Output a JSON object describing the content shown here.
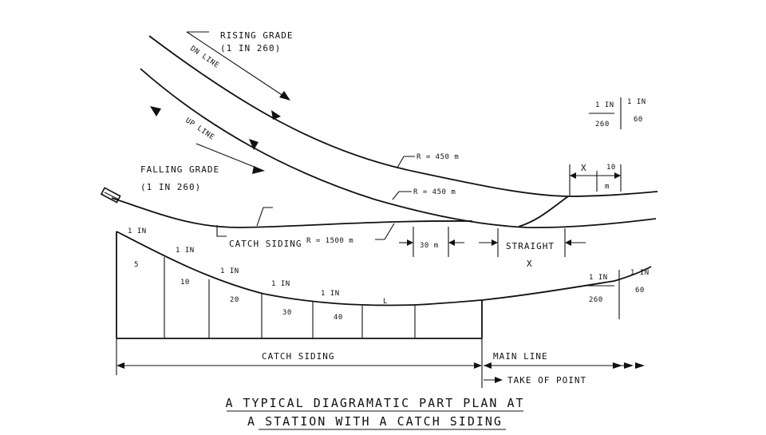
{
  "labels": {
    "rising_grade": "RISING GRADE",
    "rising_grade_ratio": "(1 IN 260)",
    "dn_line": "DN LINE",
    "up_line": "UP LINE",
    "falling_grade": "FALLING GRADE",
    "falling_grade_ratio": "(1 IN 260)",
    "radius_dn": "R = 450 m",
    "radius_up": "R = 450 m",
    "catch_siding": "CATCH SIDING",
    "radius_siding": "R = 1500 m",
    "dim_30m": "30 m",
    "straight": "STRAIGHT",
    "x_mark": "X",
    "x_dim": "X",
    "ten": "10",
    "m": "m",
    "grade_top_1in_a": "1 IN",
    "grade_top_260": "260",
    "grade_top_1in_b": "1 IN",
    "grade_top_60": "60",
    "grade_bot_1in_a": "1 IN",
    "grade_bot_260": "260",
    "grade_bot_1in_b": "1 IN",
    "grade_bot_60": "60"
  },
  "profile": {
    "segments": [
      {
        "top": "1 IN",
        "bottom": "5"
      },
      {
        "top": "1 IN",
        "bottom": "10"
      },
      {
        "top": "1 IN",
        "bottom": "20"
      },
      {
        "top": "1 IN",
        "bottom": "30"
      },
      {
        "top": "1 IN",
        "bottom": "40"
      },
      {
        "top": "",
        "bottom": "L"
      }
    ],
    "catch_siding_label": "CATCH SIDING",
    "main_line_label": "MAIN LINE",
    "take_off_label": "TAKE OF POINT"
  },
  "title": {
    "line1": "A TYPICAL DIAGRAMATIC PART PLAN AT",
    "line2": "A STATION WITH A CATCH SIDING"
  }
}
